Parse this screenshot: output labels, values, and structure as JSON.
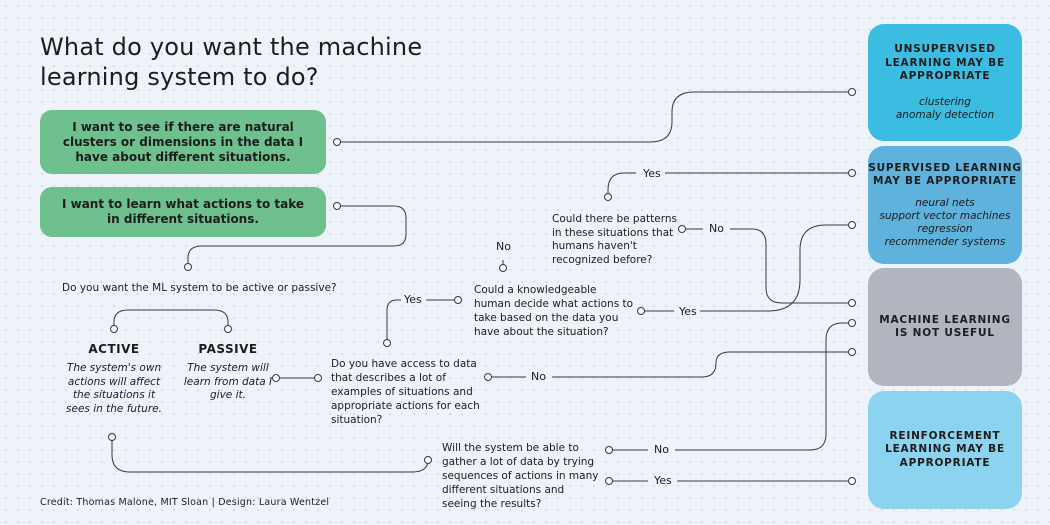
{
  "title": "What do you want the machine learning system to do?",
  "start_options": [
    "I want to see if there are natural clusters or dimensions in the data I have about different situations.",
    "I want to learn what actions to take in different situations."
  ],
  "questions": {
    "active_passive": "Do you want the ML system to be active or passive?",
    "access_data": "Do you have access to data that describes a lot of examples of situations and appropriate actions for each situation?",
    "human_decide": "Could a knowledgeable human decide what actions to take based on the data you have about the situation?",
    "patterns": "Could there be patterns in these situations that humans haven't recognized before?",
    "gather_data": "Will the system be able to gather a lot of data by trying sequences of actions in many different situations and seeing the results?"
  },
  "modes": {
    "active": {
      "label": "ACTIVE",
      "description": "The system's own actions will affect the situations it sees in the future."
    },
    "passive": {
      "label": "PASSIVE",
      "description": "The system will learn from data I give it."
    }
  },
  "answers": {
    "yes": "Yes",
    "no": "No"
  },
  "outcomes": {
    "unsupervised": {
      "title": "UNSUPERVISED LEARNING MAY BE APPROPRIATE",
      "examples": [
        "clustering",
        "anomaly detection"
      ],
      "color": "#3bbde2"
    },
    "supervised": {
      "title": "SUPERVISED LEARNING MAY BE APPROPRIATE",
      "examples": [
        "neural nets",
        "support vector machines",
        "regression",
        "recommender systems"
      ],
      "color": "#5eb2dc"
    },
    "not_useful": {
      "title": "MACHINE LEARNING IS NOT USEFUL",
      "examples": [],
      "color": "#b0b5bf"
    },
    "reinforcement": {
      "title": "REINFORCEMENT LEARNING MAY BE APPROPRIATE",
      "examples": [],
      "color": "#8bd3ee"
    }
  },
  "credit": "Credit: Thomas Malone, MIT Sloan | Design: Laura Wentzel"
}
